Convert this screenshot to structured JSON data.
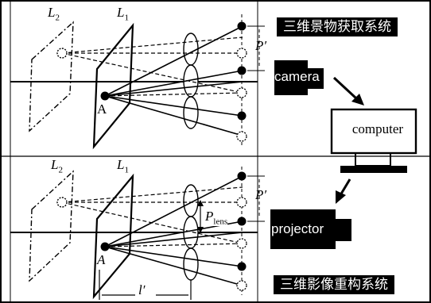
{
  "top_system": {
    "title": "三维景物获取系统"
  },
  "bottom_system": {
    "title": "三维影像重构系统"
  },
  "devices": {
    "camera": "camera",
    "computer": "computer",
    "projector": "projector"
  },
  "labels": {
    "L2": "L",
    "L2_sub": "2",
    "L1": "L",
    "L1_sub": "1",
    "P_prime": "P′",
    "A": "A",
    "P_lens": "P",
    "P_lens_sub": "lens",
    "l_prime": "l′"
  },
  "colors": {
    "ink": "#000000",
    "paper": "#ffffff"
  }
}
